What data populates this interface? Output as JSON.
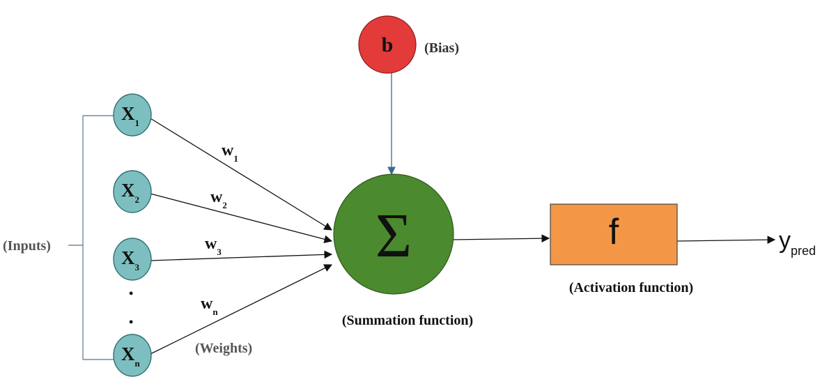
{
  "colors": {
    "input_node": "#7dbfc0",
    "input_stroke": "#2f6f70",
    "bias_node": "#e33a3a",
    "sum_node": "#4b8a2e",
    "activation_box": "#f39747",
    "line": "#111111",
    "bracket": "#6f8aa0",
    "bias_arrow": "#3d6a8c",
    "gray_text": "#555555"
  },
  "bias": {
    "symbol": "b",
    "label": "(Bias)"
  },
  "inputs": {
    "label": "(Inputs)",
    "nodes": [
      {
        "main": "X",
        "sub": "1"
      },
      {
        "main": "X",
        "sub": "2"
      },
      {
        "main": "X",
        "sub": "3"
      },
      {
        "main": "X",
        "sub": "n"
      }
    ],
    "dots": [
      "•",
      "•"
    ]
  },
  "weights": {
    "label": "(Weights)",
    "items": [
      {
        "main": "w",
        "sub": "1"
      },
      {
        "main": "w",
        "sub": "2"
      },
      {
        "main": "w",
        "sub": "3"
      },
      {
        "main": "w",
        "sub": "n"
      }
    ]
  },
  "summation": {
    "symbol": "Σ",
    "label": "(Summation function)"
  },
  "activation": {
    "symbol": "f",
    "label": "(Activation function)"
  },
  "output": {
    "main": "y",
    "sub": "pred"
  }
}
